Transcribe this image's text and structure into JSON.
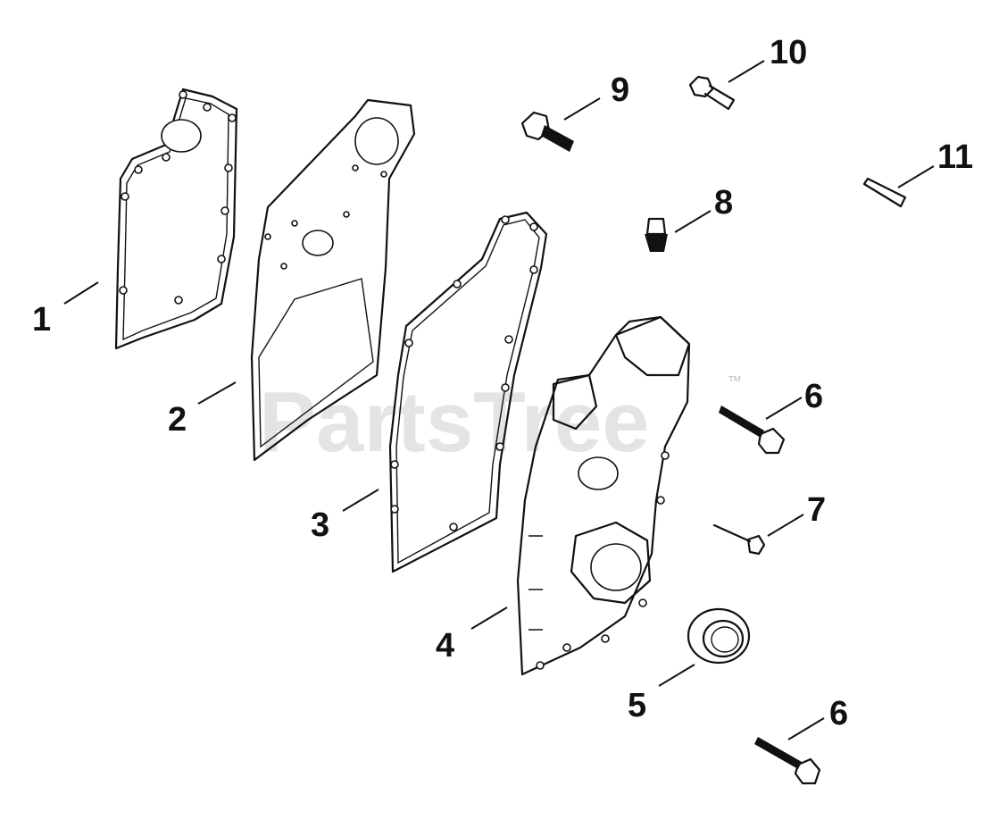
{
  "watermark": {
    "text": "PartsTree",
    "trademark": "™"
  },
  "callouts": [
    "1",
    "2",
    "3",
    "4",
    "5",
    "6",
    "6",
    "7",
    "8",
    "9",
    "10",
    "11"
  ]
}
